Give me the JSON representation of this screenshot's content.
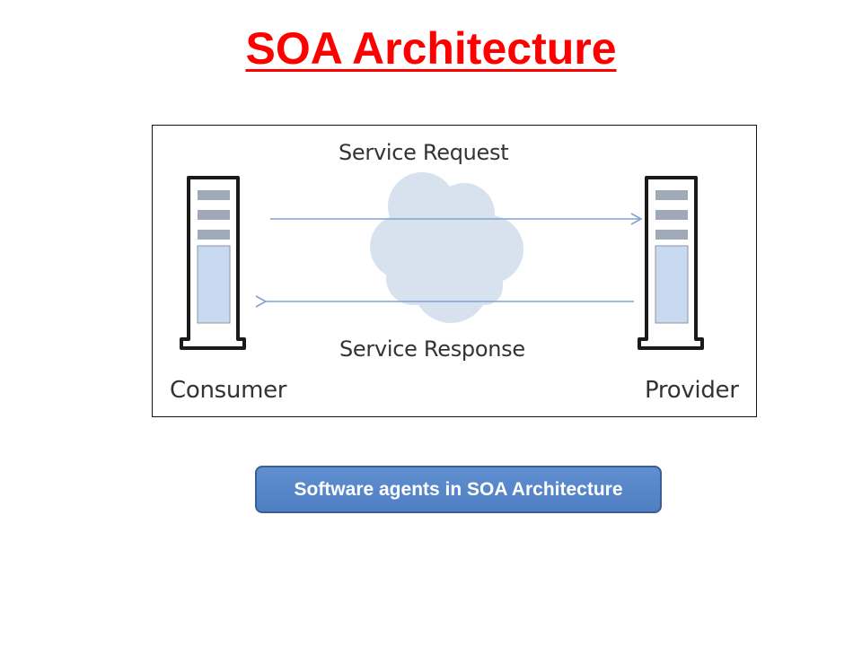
{
  "title": "SOA Architecture",
  "diagram": {
    "request_label": "Service Request",
    "response_label": "Service Response",
    "consumer_label": "Consumer",
    "provider_label": "Provider",
    "icons": {
      "consumer": "server-tower-icon",
      "provider": "server-tower-icon",
      "network": "cloud-icon"
    },
    "colors": {
      "arrow": "#7ea4d6",
      "cloud": "#d8e2ef",
      "server_panel": "#c9d9ef",
      "server_outline": "#1a1a1a"
    }
  },
  "caption": {
    "label": "Software agents in SOA Architecture",
    "color": "#4f81bd"
  },
  "colors": {
    "title": "#ff0000"
  }
}
